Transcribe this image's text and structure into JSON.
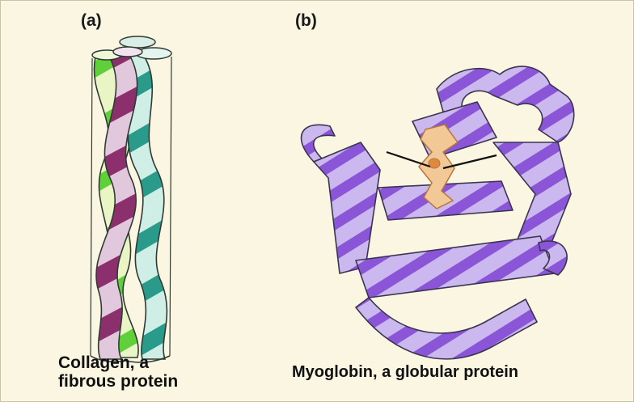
{
  "panel_a": {
    "label": "(a)",
    "caption_line1": "Collagen, a",
    "caption_line2": "fibrous protein",
    "colors": {
      "strand_magenta": "#8c2f6d",
      "strand_teal": "#2a9a8a",
      "strand_green": "#5fcf3a",
      "pale_green": "#e9f5c4",
      "pale_teal": "#cfeee5"
    }
  },
  "panel_b": {
    "label": "(b)",
    "caption": "Myoglobin, a globular protein",
    "colors": {
      "helix_dark": "#8a55d6",
      "helix_light": "#cbb8ee",
      "heme": "#f1c896",
      "heme_outline": "#b5763e"
    }
  },
  "icons": [
    "collagen-triple-helix-icon",
    "myoglobin-ribbon-icon",
    "heme-group-icon"
  ]
}
